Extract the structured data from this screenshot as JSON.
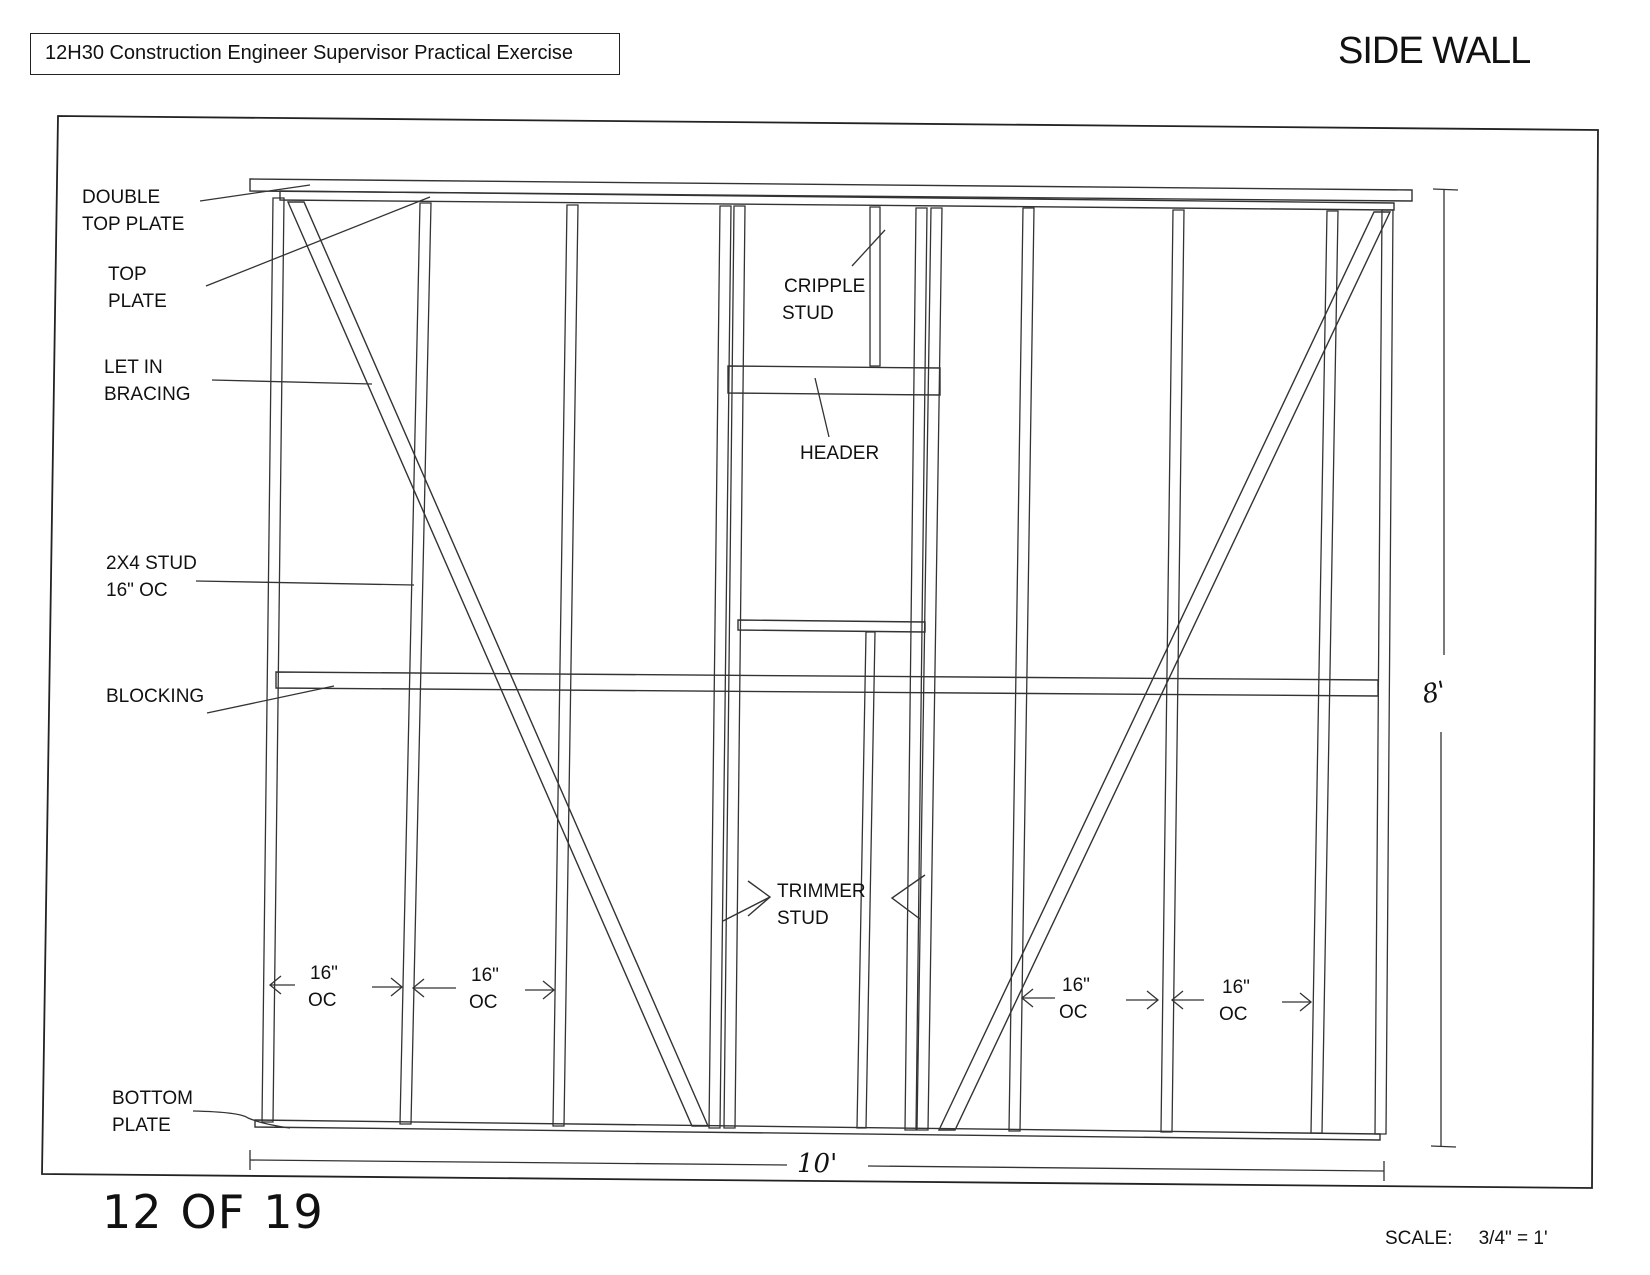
{
  "header": {
    "exercise_title": "12H30 Construction Engineer Supervisor Practical Exercise",
    "sheet_title": "SIDE WALL"
  },
  "footer": {
    "page_current": "12",
    "page_of": "OF",
    "page_total": "19",
    "scale_label": "SCALE:",
    "scale_value": "3/4\" = 1'"
  },
  "labels": {
    "double_top_plate": [
      "DOUBLE",
      "TOP PLATE"
    ],
    "top_plate": [
      "TOP",
      "PLATE"
    ],
    "let_in_bracing": [
      "LET IN",
      "BRACING"
    ],
    "stud": [
      "2X4 STUD",
      "16\" OC"
    ],
    "blocking": [
      "BLOCKING"
    ],
    "bottom_plate": [
      "BOTTOM",
      "PLATE"
    ],
    "cripple_stud": [
      "CRIPPLE",
      "STUD"
    ],
    "header": [
      "HEADER"
    ],
    "trimmer_stud": [
      "TRIMMER",
      "STUD"
    ]
  },
  "spacing": [
    "16\"",
    "OC"
  ],
  "dimensions": {
    "width": "10'",
    "height": "8'"
  }
}
